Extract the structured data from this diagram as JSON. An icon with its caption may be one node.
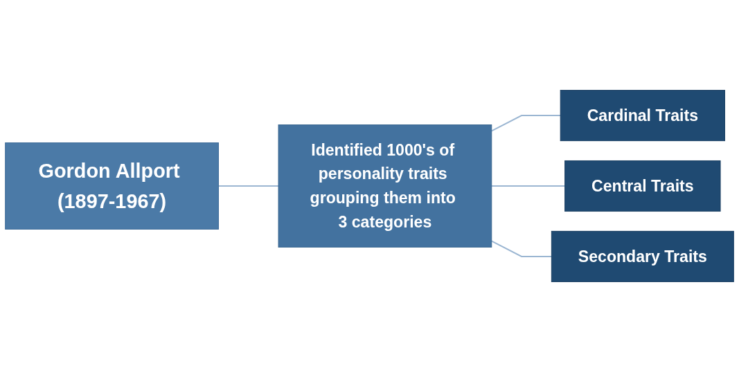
{
  "diagram": {
    "nodes": [
      {
        "text": [
          "Gordon Allport (1897-1967)"
        ]
      },
      {
        "text": [
          "Identified 1000's of personality traits grouping them into 3 categories"
        ]
      },
      {
        "text": [
          "Cardinal Traits"
        ]
      },
      {
        "text": [
          "Central Traits"
        ]
      },
      {
        "text": [
          "Secondary Traits"
        ]
      }
    ],
    "edges": [
      {
        "from": 0,
        "to": 1,
        "arrow": "none"
      },
      {
        "from": 1,
        "to": 2,
        "arrow": "none"
      },
      {
        "from": 1,
        "to": 3,
        "arrow": "none"
      },
      {
        "from": 1,
        "to": 4,
        "arrow": "none"
      }
    ]
  }
}
